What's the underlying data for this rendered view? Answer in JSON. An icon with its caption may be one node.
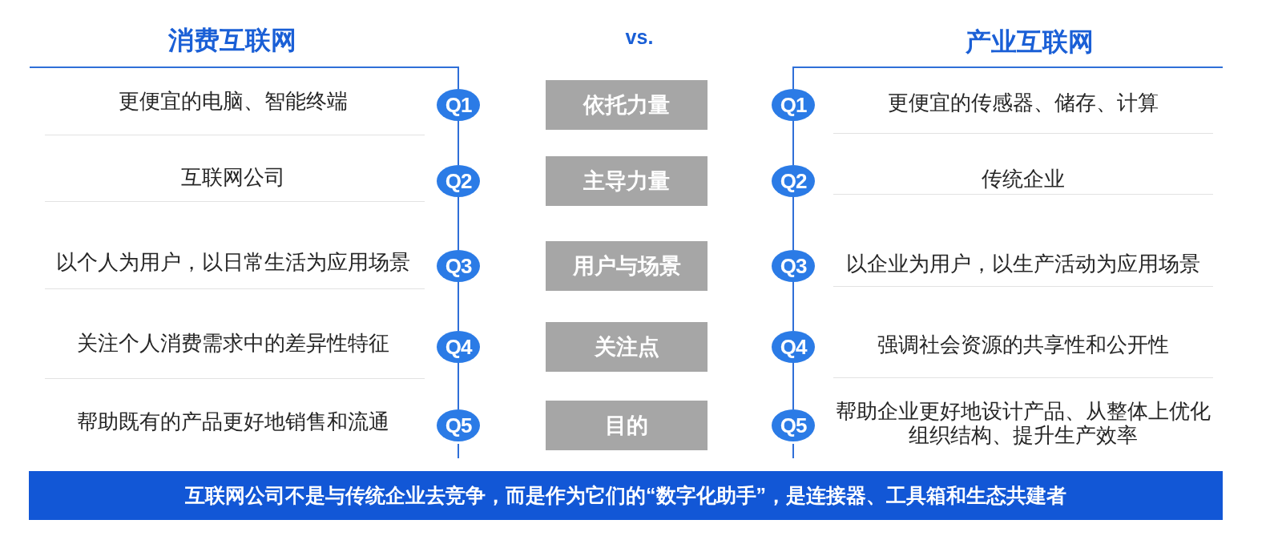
{
  "diagram": {
    "nodes": [
      {
        "text": [
          "Q1"
        ]
      },
      {
        "text": [
          "依托力量"
        ]
      },
      {
        "text": [
          "Q1"
        ]
      },
      {
        "text": [
          "Q2"
        ]
      },
      {
        "text": [
          "主导力量"
        ]
      },
      {
        "text": [
          "Q2"
        ]
      },
      {
        "text": [
          "Q3"
        ]
      },
      {
        "text": [
          "用户与场景"
        ]
      },
      {
        "text": [
          "Q3"
        ]
      },
      {
        "text": [
          "Q4"
        ]
      },
      {
        "text": [
          "关注点"
        ]
      },
      {
        "text": [
          "Q4"
        ]
      },
      {
        "text": [
          "Q5"
        ]
      },
      {
        "text": [
          "目的"
        ]
      },
      {
        "text": [
          "Q5"
        ]
      },
      {
        "text": [
          "互联网公司不是与传统企业去竞争，而是作为它们的“数字化助手”，是连接器、工具箱和生态共建者"
        ]
      }
    ],
    "edges": [
      {
        "from": 0,
        "to": 3,
        "arrow": "none"
      },
      {
        "from": 3,
        "to": 6,
        "arrow": "none"
      },
      {
        "from": 6,
        "to": 9,
        "arrow": "none"
      },
      {
        "from": 9,
        "to": 12,
        "arrow": "none"
      },
      {
        "from": 2,
        "to": 5,
        "arrow": "none"
      },
      {
        "from": 5,
        "to": 8,
        "arrow": "none"
      },
      {
        "from": 8,
        "to": 11,
        "arrow": "none"
      },
      {
        "from": 11,
        "to": 14,
        "arrow": "none"
      }
    ],
    "labels": [
      "消费互联网",
      "vs.",
      "产业互联网",
      "更便宜的电脑、智能终端",
      "更便宜的传感器、储存、计算",
      "互联网公司",
      "传统企业",
      "以个人为用户，以日常生活为应用场景",
      "以企业为用户，以生产活动为应用场景",
      "关注个人消费需求中的差异性特征",
      "强调社会资源的共享性和公开性",
      "帮助既有的产品更好地销售和流通",
      "帮助企业更好地设计产品、从整体上优化组织结构、提升生产效率"
    ]
  }
}
